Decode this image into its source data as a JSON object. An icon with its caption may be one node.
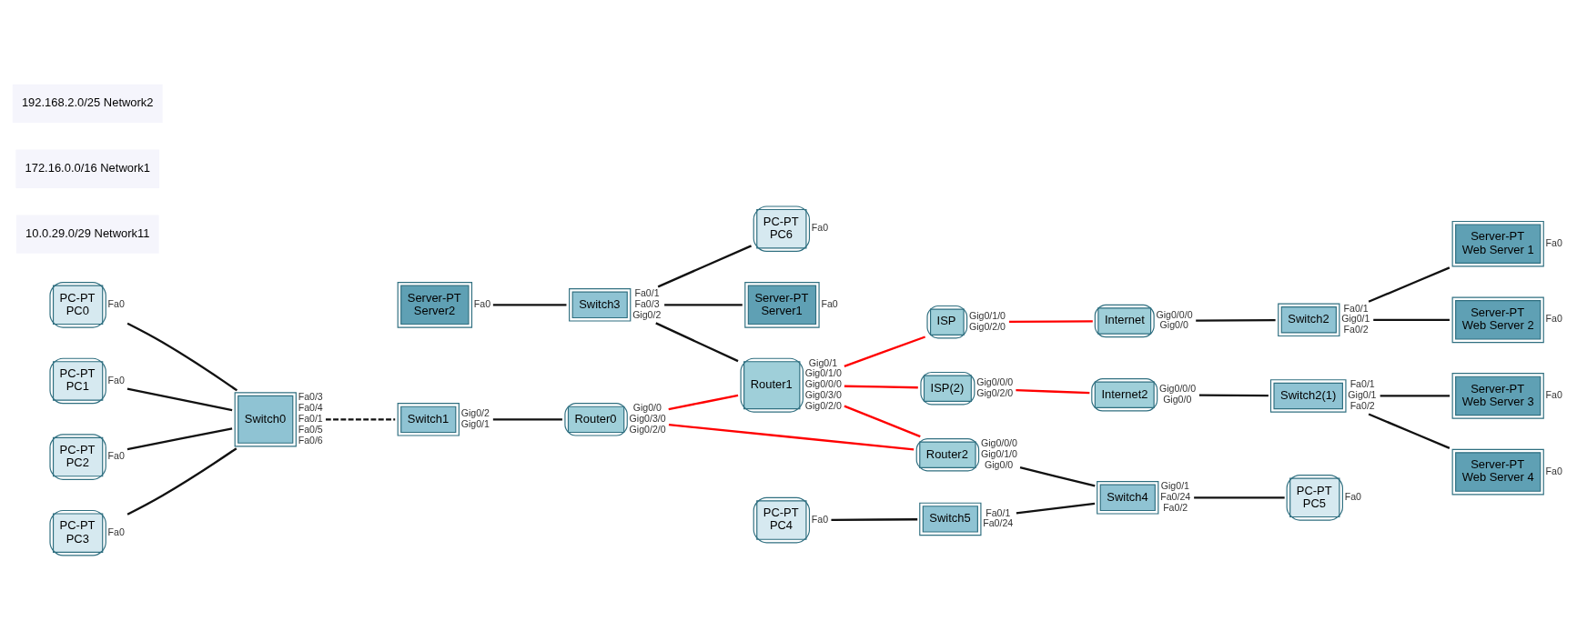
{
  "diagram": {
    "nodes": [
      {
        "text": [
          "Server-PT",
          "Server2"
        ],
        "beside": [
          "Fa0"
        ]
      },
      {
        "text": [
          "Switch3"
        ],
        "beside": [
          "Fa0/1",
          "Fa0/3",
          "Gig0/2"
        ]
      },
      {
        "text": [
          "Server-PT",
          "Server1"
        ],
        "beside": [
          "Fa0"
        ]
      },
      {
        "text": [
          "PC-PT",
          "PC6"
        ],
        "beside": [
          "Fa0"
        ]
      },
      {
        "text": [
          "PC-PT",
          "PC0"
        ],
        "beside": [
          "Fa0"
        ]
      },
      {
        "text": [
          "PC-PT",
          "PC1"
        ],
        "beside": [
          "Fa0"
        ]
      },
      {
        "text": [
          "Switch0"
        ],
        "beside": [
          "Fa0/3",
          "Fa0/4",
          "Fa0/1",
          "Fa0/5",
          "Fa0/6"
        ]
      },
      {
        "text": [
          "Switch1"
        ],
        "beside": [
          "Gig0/2",
          "Gig0/1"
        ]
      },
      {
        "text": [
          "Router0"
        ],
        "beside": [
          "Gig0/0",
          "Gig0/3/0",
          "Gig0/2/0"
        ]
      },
      {
        "text": [
          "Router1"
        ],
        "beside": [
          "Gig0/1",
          "Gig0/1/0",
          "Gig0/0/0",
          "Gig0/3/0",
          "Gig0/2/0"
        ]
      },
      {
        "text": [
          "ISP"
        ],
        "beside": [
          "Gig0/1/0",
          "Gig0/2/0"
        ]
      },
      {
        "text": [
          "Internet"
        ],
        "beside": [
          "Gig0/0/0",
          "Gig0/0"
        ]
      },
      {
        "text": [
          "Switch2"
        ],
        "beside": [
          "Fa0/1",
          "Gig0/1",
          "Fa0/2"
        ]
      },
      {
        "text": [
          "Server-PT",
          "Web Server 1"
        ],
        "beside": [
          "Fa0"
        ]
      },
      {
        "text": [
          "Server-PT",
          "Web Server 2"
        ],
        "beside": [
          "Fa0"
        ]
      },
      {
        "text": [
          "PC-PT",
          "PC2"
        ],
        "beside": [
          "Fa0"
        ]
      },
      {
        "text": [
          "PC-PT",
          "PC3"
        ],
        "beside": [
          "Fa0"
        ]
      },
      {
        "text": [
          "Router2"
        ],
        "beside": [
          "Gig0/0/0",
          "Gig0/1/0",
          "Gig0/0"
        ]
      },
      {
        "text": [
          "ISP(2)"
        ],
        "beside": [
          "Gig0/0/0",
          "Gig0/2/0"
        ]
      },
      {
        "text": [
          "Switch5"
        ],
        "beside": [
          "Fa0/1",
          "Fa0/24"
        ]
      },
      {
        "text": [
          "Switch4"
        ],
        "beside": [
          "Gig0/1",
          "Fa0/24",
          "Fa0/2"
        ]
      },
      {
        "text": [
          "Internet2"
        ],
        "beside": [
          "Gig0/0/0",
          "Gig0/0"
        ]
      },
      {
        "text": [
          "Switch2(1)"
        ],
        "beside": [
          "Fa0/1",
          "Gig0/1",
          "Fa0/2"
        ]
      },
      {
        "text": [
          "Server-PT",
          "Web Server 3"
        ],
        "beside": [
          "Fa0"
        ]
      },
      {
        "text": [
          "Server-PT",
          "Web Server 4"
        ],
        "beside": [
          "Fa0"
        ]
      },
      {
        "text": [
          "PC-PT",
          "PC4"
        ],
        "beside": [
          "Fa0"
        ]
      },
      {
        "text": [
          "PC-PT",
          "PC5"
        ],
        "beside": [
          "Fa0"
        ]
      }
    ],
    "edges": [
      {
        "from": 0,
        "to": 1,
        "arrow": "none"
      },
      {
        "from": 1,
        "to": 2,
        "arrow": "none"
      },
      {
        "from": 1,
        "to": 3,
        "arrow": "none"
      },
      {
        "from": 1,
        "to": 9,
        "arrow": "none"
      },
      {
        "from": 4,
        "to": 6,
        "arrow": "none"
      },
      {
        "from": 5,
        "to": 6,
        "arrow": "none"
      },
      {
        "from": 15,
        "to": 6,
        "arrow": "none"
      },
      {
        "from": 16,
        "to": 6,
        "arrow": "none"
      },
      {
        "from": 6,
        "to": 7,
        "arrow": "none",
        "style": "dashed"
      },
      {
        "from": 7,
        "to": 8,
        "arrow": "none"
      },
      {
        "from": 8,
        "to": 9,
        "arrow": "none",
        "color": "#ff0000"
      },
      {
        "from": 9,
        "to": 10,
        "arrow": "none",
        "color": "#ff0000"
      },
      {
        "from": 10,
        "to": 11,
        "arrow": "none",
        "color": "#ff0000"
      },
      {
        "from": 11,
        "to": 12,
        "arrow": "none"
      },
      {
        "from": 12,
        "to": 13,
        "arrow": "none"
      },
      {
        "from": 12,
        "to": 14,
        "arrow": "none"
      },
      {
        "from": 9,
        "to": 17,
        "arrow": "none",
        "color": "#ff0000"
      },
      {
        "from": 8,
        "to": 17,
        "arrow": "none",
        "color": "#ff0000"
      },
      {
        "from": 9,
        "to": 18,
        "arrow": "none",
        "color": "#ff0000"
      },
      {
        "from": 18,
        "to": 21,
        "arrow": "none",
        "color": "#ff0000"
      },
      {
        "from": 17,
        "to": 20,
        "arrow": "none"
      },
      {
        "from": 25,
        "to": 19,
        "arrow": "none"
      },
      {
        "from": 19,
        "to": 20,
        "arrow": "none"
      },
      {
        "from": 20,
        "to": 26,
        "arrow": "none"
      },
      {
        "from": 21,
        "to": 22,
        "arrow": "none"
      },
      {
        "from": 22,
        "to": 23,
        "arrow": "none"
      },
      {
        "from": 22,
        "to": 24,
        "arrow": "none"
      }
    ],
    "labels": [
      "10.0.29.0/29 Network11",
      "172.16.0.0/16 Network1",
      "192.168.2.0/25 Network2"
    ]
  }
}
